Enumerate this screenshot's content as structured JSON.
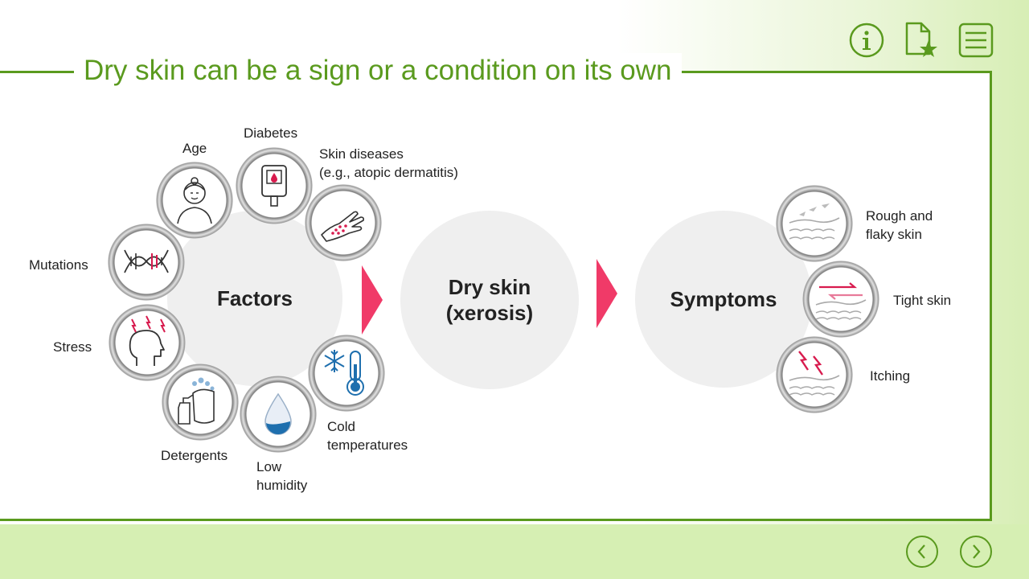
{
  "title": "Dry skin can be a sign or a condition on its own",
  "toolbar": {
    "info_icon": "info-icon",
    "favorite_icon": "document-star-icon",
    "menu_icon": "menu-list-icon"
  },
  "nav": {
    "prev_icon": "chevron-left-icon",
    "next_icon": "chevron-right-icon"
  },
  "diagram": {
    "factors_label": "Factors",
    "center_label_line1": "Dry skin",
    "center_label_line2": "(xerosis)",
    "symptoms_label": "Symptoms",
    "factors": [
      {
        "label": "Age",
        "icon": "elderly-person-icon"
      },
      {
        "label": "Diabetes",
        "icon": "glucose-meter-icon"
      },
      {
        "label_line1": "Skin diseases",
        "label_line2": "(e.g., atopic dermatitis)",
        "icon": "rash-hand-icon"
      },
      {
        "label": "Mutations",
        "icon": "dna-icon"
      },
      {
        "label": "Stress",
        "icon": "stressed-head-icon"
      },
      {
        "label": "Detergents",
        "icon": "detergent-bottles-icon"
      },
      {
        "label_line1": "Low",
        "label_line2": "humidity",
        "icon": "water-drop-icon"
      },
      {
        "label_line1": "Cold",
        "label_line2": "temperatures",
        "icon": "snowflake-thermometer-icon"
      }
    ],
    "symptoms": [
      {
        "label_line1": "Rough and",
        "label_line2": "flaky skin",
        "icon": "flaky-skin-icon"
      },
      {
        "label": "Tight skin",
        "icon": "tight-skin-icon"
      },
      {
        "label": "Itching",
        "icon": "itching-skin-icon"
      }
    ]
  },
  "colors": {
    "accent": "#5a9a1e",
    "arrow": "#f03a68",
    "hub": "#efefef"
  }
}
